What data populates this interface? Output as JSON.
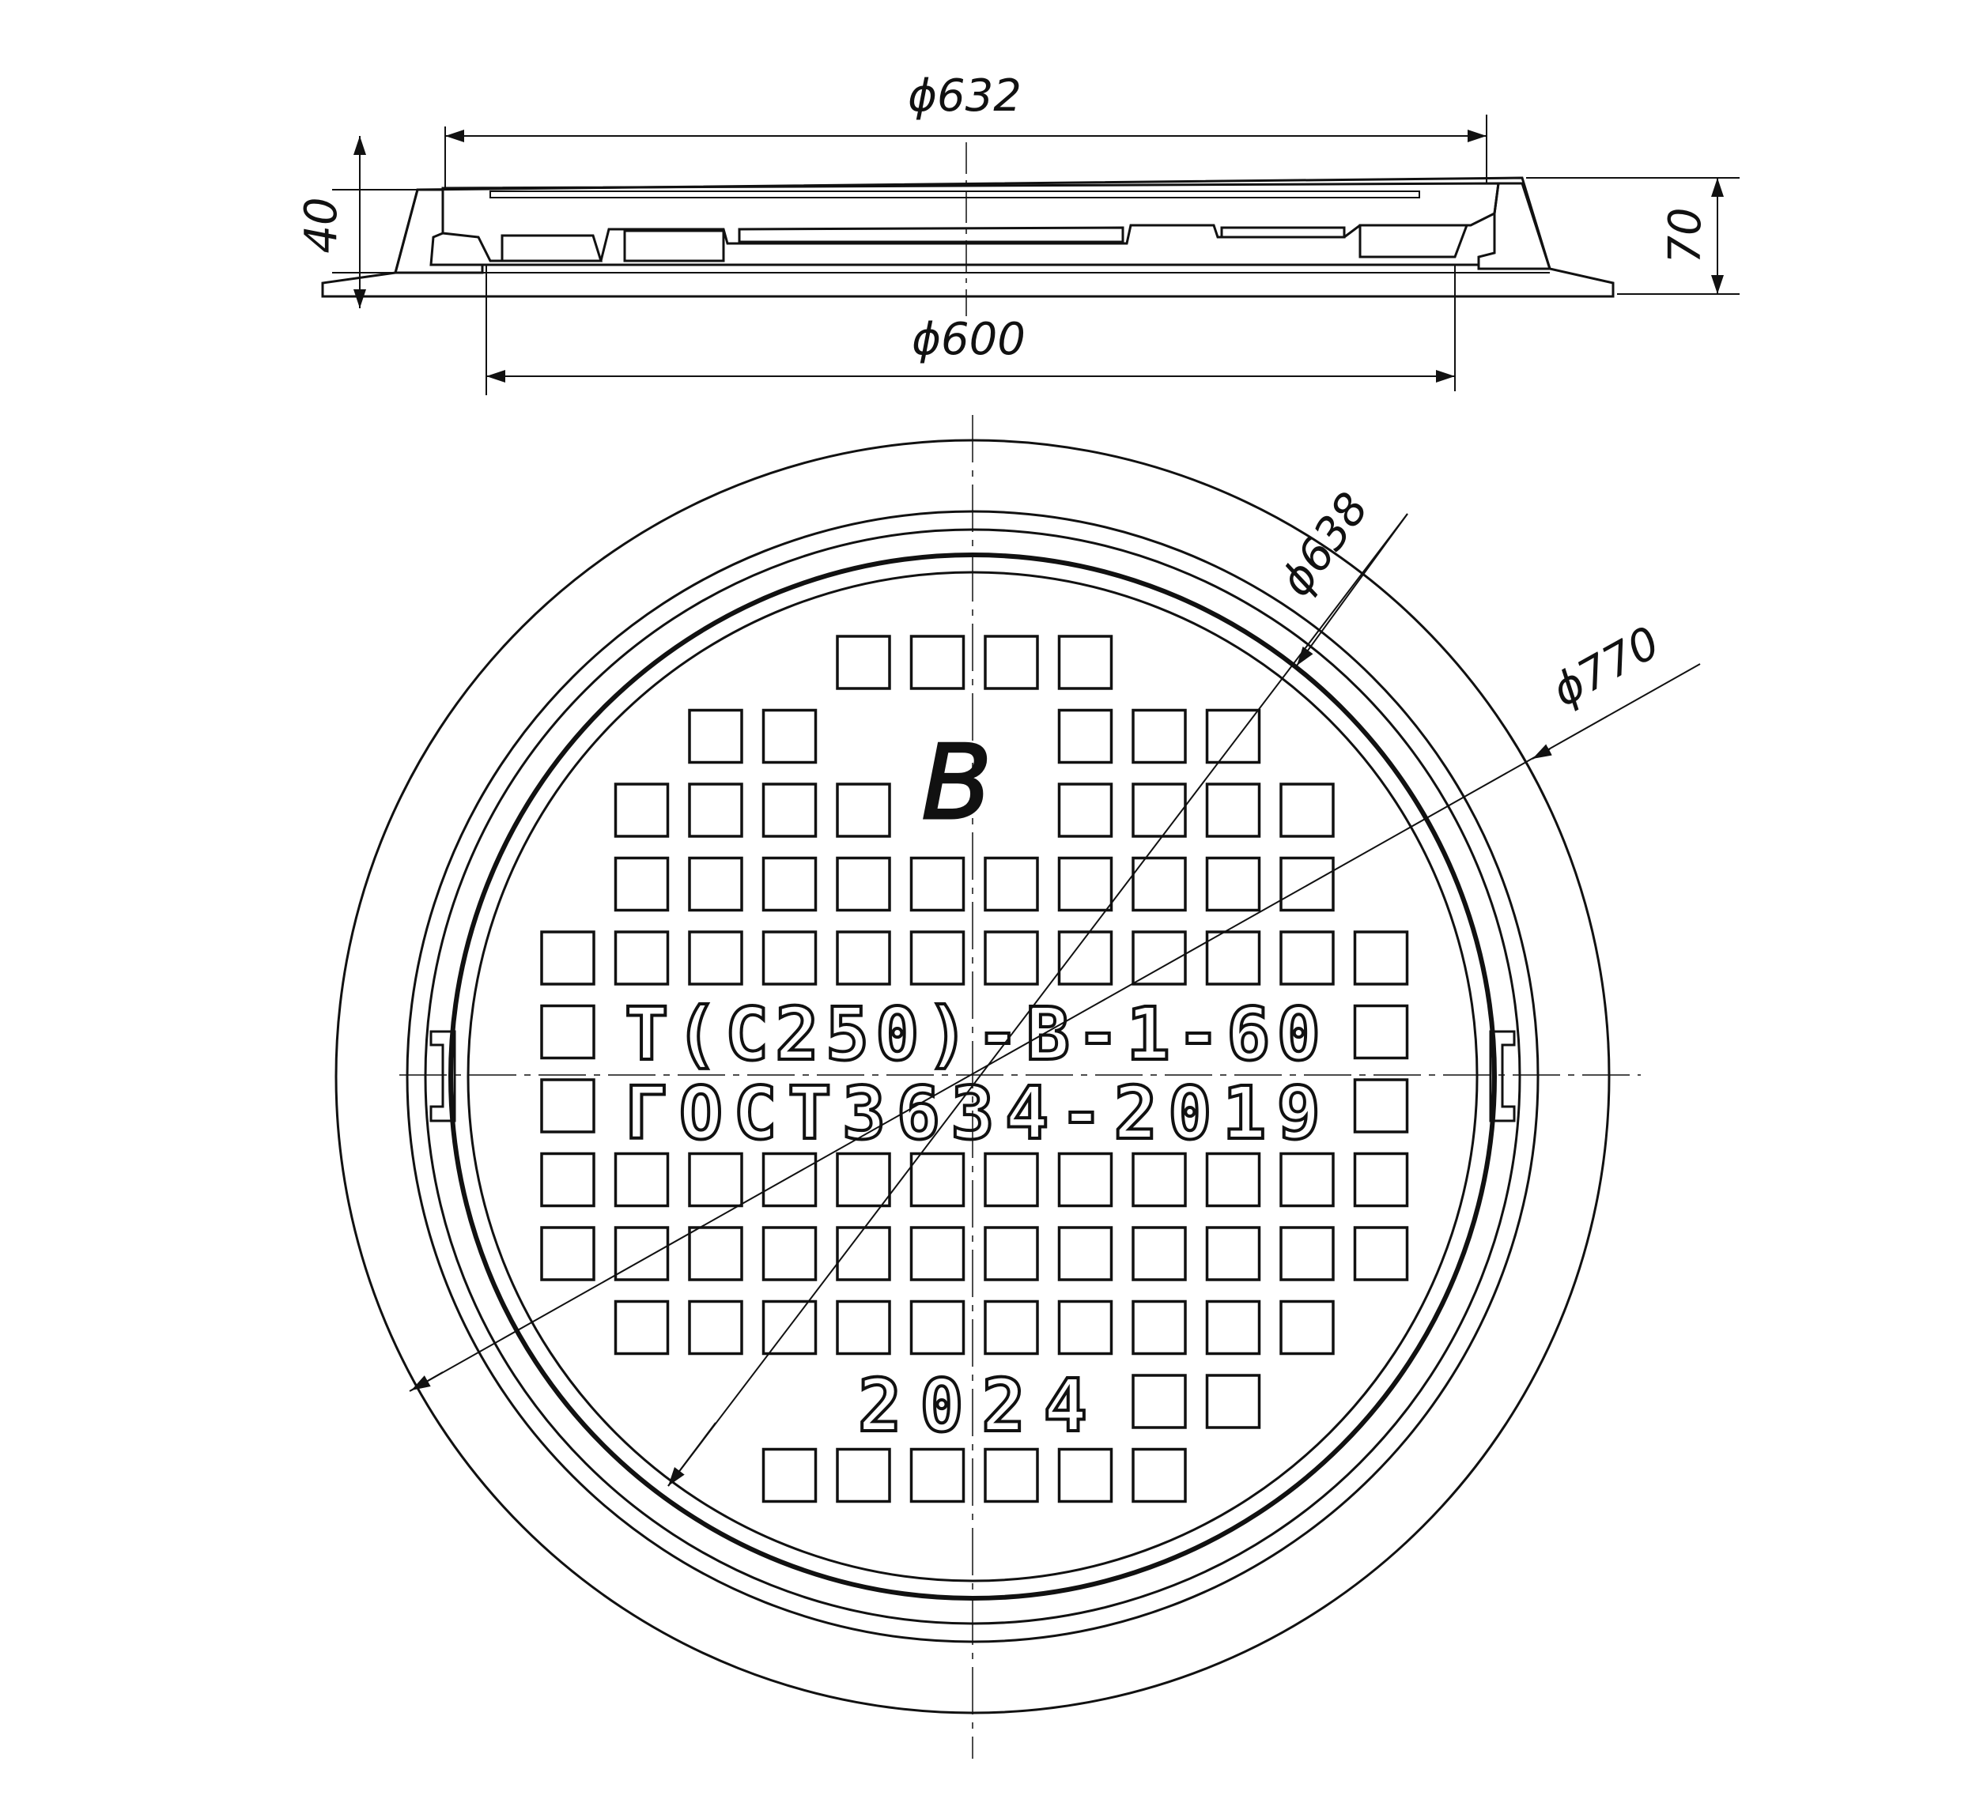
{
  "section_view": {
    "dim_top_diameter": "ϕ632",
    "dim_bottom_diameter": "ϕ600",
    "dim_left_height": "40",
    "dim_right_height": "70"
  },
  "plan_view": {
    "dim_inner_diameter": "ϕ638",
    "dim_outer_diameter": "ϕ770",
    "class_letter": "B",
    "marking_line1": "T(C250)-B-1-60",
    "marking_line2": "ГОСТ3634-2019",
    "year": "2024"
  }
}
